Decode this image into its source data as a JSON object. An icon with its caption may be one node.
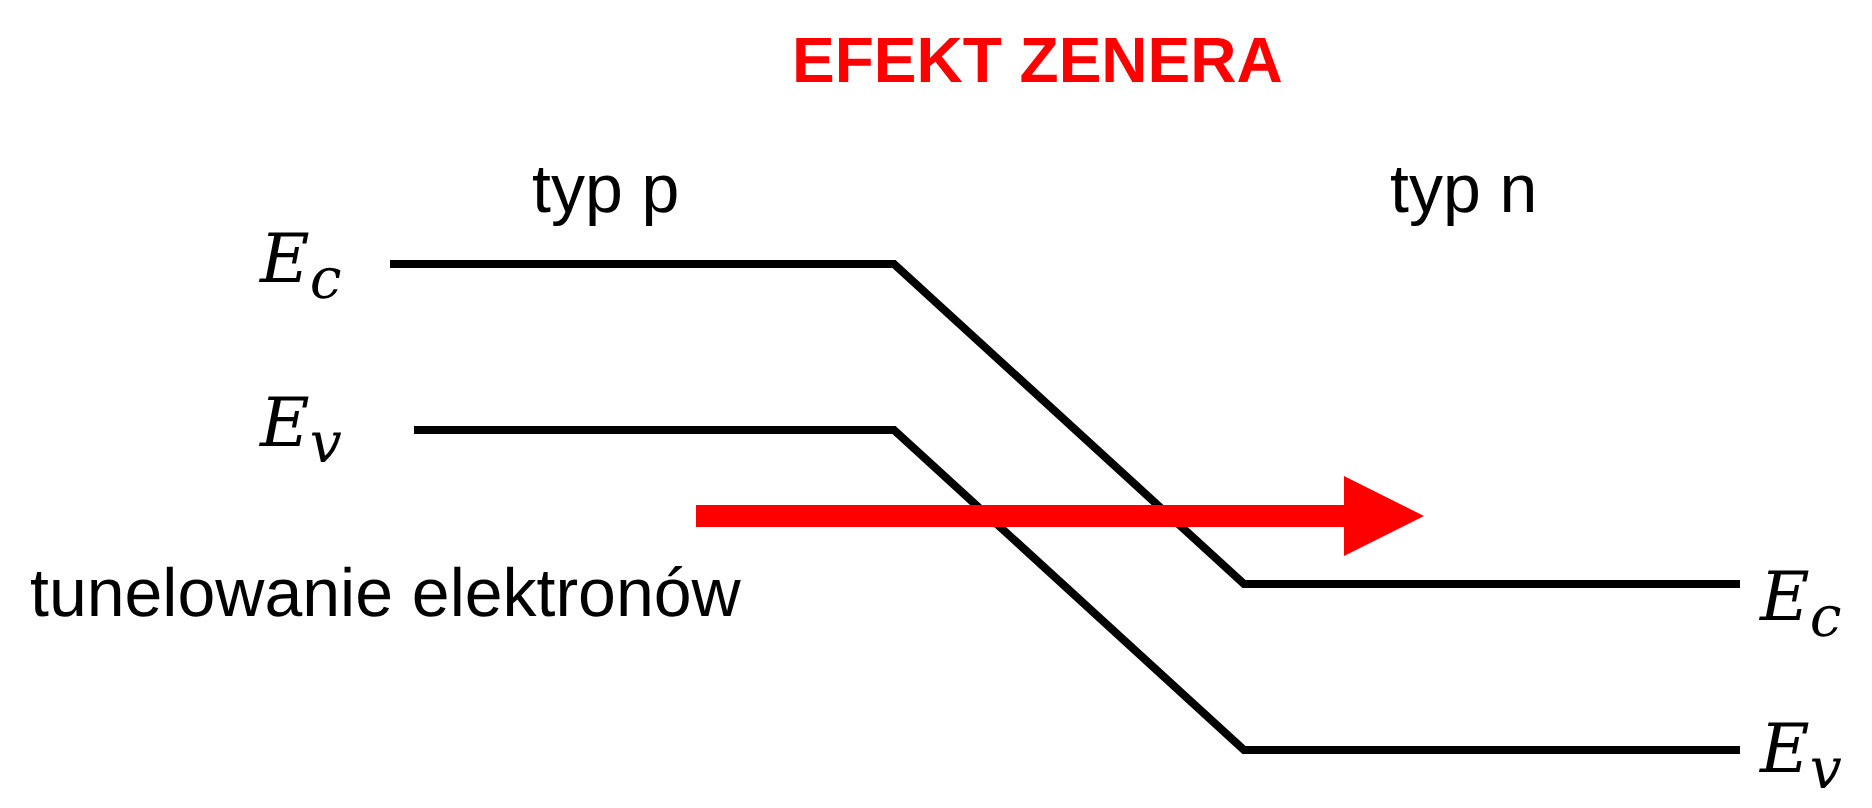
{
  "diagram": {
    "title": "EFEKT ZENERA",
    "labels": [
      "typ p",
      "typ n",
      "E$_{c}$",
      "E$_{v}$",
      "tunelowanie elektronów",
      "E$_{c}$",
      "E$_{v}$"
    ]
  }
}
